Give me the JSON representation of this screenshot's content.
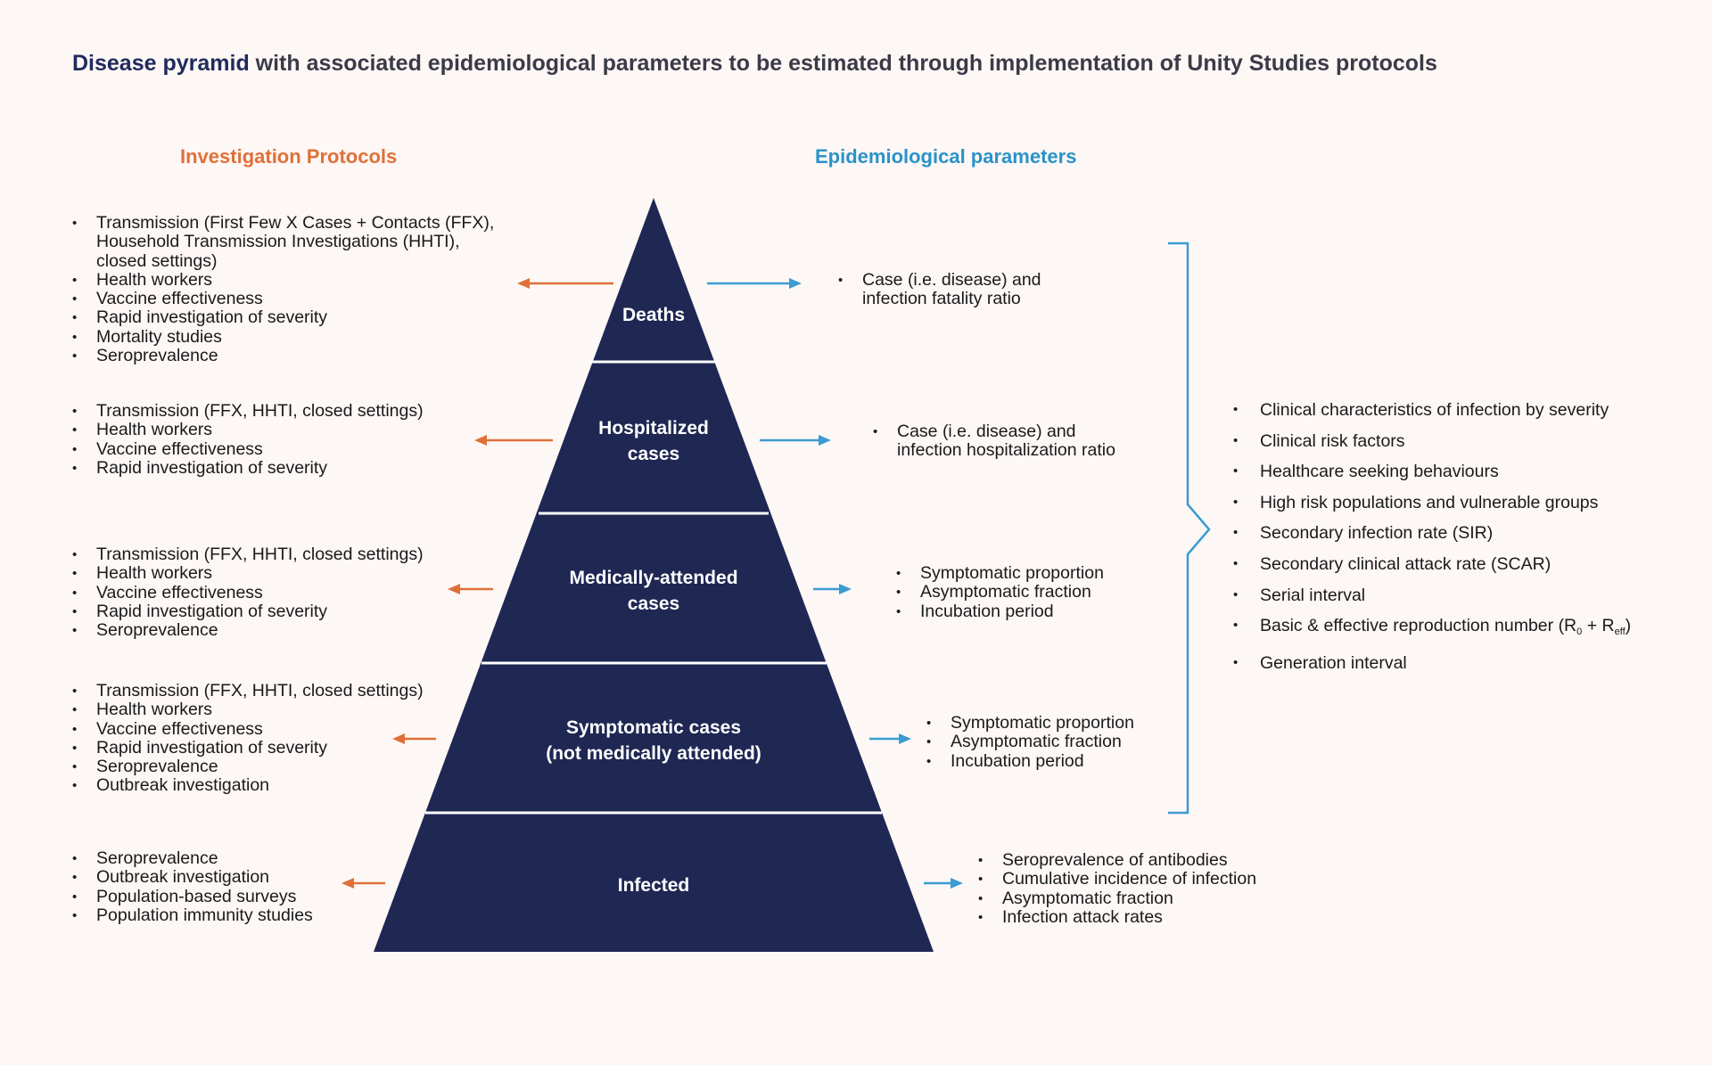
{
  "title": {
    "highlight": "Disease pyramid",
    "rest": " with associated epidemiological parameters to be estimated through implementation of Unity Studies protocols"
  },
  "headings": {
    "left": "Investigation Protocols",
    "right": "Epidemiological parameters"
  },
  "colors": {
    "pyramid": "#1f2753",
    "left_arrow": "#e07038",
    "right_arrow": "#3c9bd2",
    "bracket": "#3c9bd2"
  },
  "layers": [
    {
      "label_lines": [
        "Deaths"
      ],
      "protocols": [
        "Transmission (First Few X Cases + Contacts (FFX),",
        "Household Transmission Investigations (HHTI),",
        "closed settings)",
        "Health workers",
        "Vaccine effectiveness",
        "Rapid investigation of severity",
        "Mortality studies",
        "Seroprevalence"
      ],
      "parameters": [
        "Case (i.e. disease) and",
        "infection fatality ratio"
      ]
    },
    {
      "label_lines": [
        "Hospitalized",
        "cases"
      ],
      "protocols": [
        "Transmission (FFX, HHTI, closed settings)",
        "Health workers",
        "Vaccine effectiveness",
        "Rapid investigation of severity"
      ],
      "parameters": [
        "Case (i.e. disease) and",
        "infection hospitalization ratio"
      ]
    },
    {
      "label_lines": [
        "Medically-attended",
        "cases"
      ],
      "protocols": [
        "Transmission (FFX, HHTI, closed settings)",
        "Health workers",
        "Vaccine effectiveness",
        "Rapid investigation of severity",
        "Seroprevalence"
      ],
      "parameters": [
        "Symptomatic proportion",
        "Asymptomatic fraction",
        "Incubation period"
      ]
    },
    {
      "label_lines": [
        "Symptomatic cases",
        "(not medically attended)"
      ],
      "protocols": [
        "Transmission (FFX, HHTI, closed settings)",
        "Health workers",
        "Vaccine effectiveness",
        "Rapid investigation of severity",
        "Seroprevalence",
        "Outbreak investigation"
      ],
      "parameters": [
        "Symptomatic proportion",
        "Asymptomatic fraction",
        "Incubation period"
      ]
    },
    {
      "label_lines": [
        "Infected"
      ],
      "protocols": [
        "Seroprevalence",
        "Outbreak investigation",
        "Population-based surveys",
        "Population immunity studies"
      ],
      "parameters": [
        "Seroprevalence of antibodies",
        "Cumulative incidence of infection",
        "Asymptomatic fraction",
        "Infection attack rates"
      ]
    }
  ],
  "bracket_items": [
    "Clinical characteristics of infection by severity",
    "Clinical risk factors",
    "Healthcare seeking behaviours",
    "High risk populations and vulnerable groups",
    "Secondary infection rate (SIR)",
    "Secondary clinical attack rate (SCAR)",
    "Serial interval",
    "Basic & effective reproduction number (R",
    "Generation interval"
  ],
  "reproduction": {
    "sub0": "0",
    "plus": " + R",
    "subeff": "eff",
    "close": ")"
  }
}
